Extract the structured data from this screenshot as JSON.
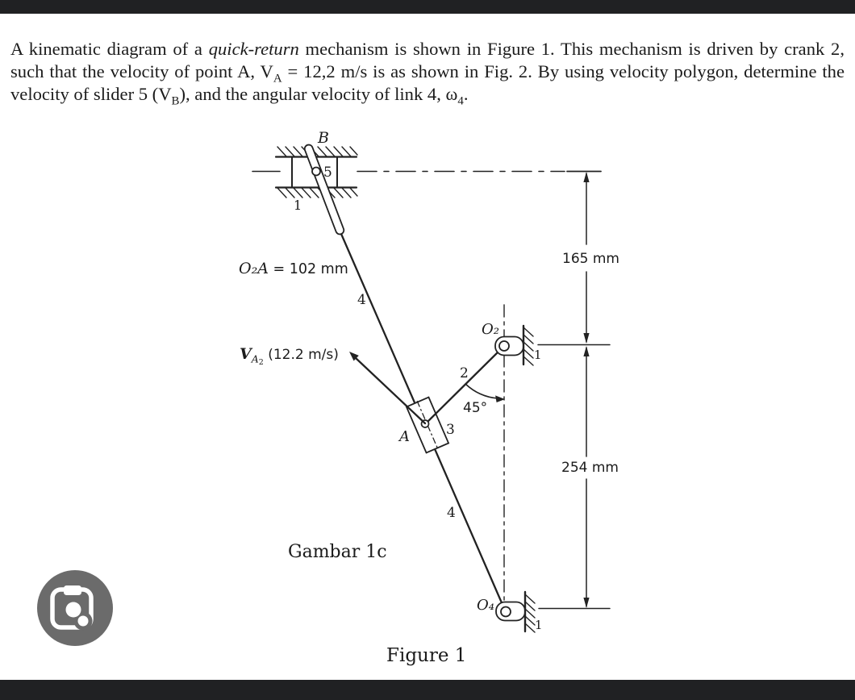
{
  "page": {
    "background": "#ffffff",
    "letterbox_color": "#202123",
    "ink_color": "#222222",
    "lens_button_color": "#6b6b6b"
  },
  "intro": {
    "runs": [
      {
        "t": "A kinematic diagram of a "
      },
      {
        "t": "quick-return"
      },
      {
        "t": " mechanism is shown in Figure 1. This mechanism is driven by crank 2, such that the velocity of point A, V"
      },
      {
        "t": "A"
      },
      {
        "t": " = 12,2 m/s is as shown in Fig. 2. By using velocity polygon, determine the velocity of slider 5 (V"
      },
      {
        "t": "B"
      },
      {
        "t": "), and the angular velocity of link 4, ω"
      },
      {
        "t": "4"
      },
      {
        "t": "."
      }
    ]
  },
  "figure": {
    "point_b": "B",
    "slider_number": "5",
    "ground_top": "1",
    "crank_dim_name": "O₂A",
    "crank_dim_value": " = 102 mm",
    "link4_upper": "4",
    "velocity": {
      "v": "V",
      "sub_a": "A",
      "sub_2": "2",
      "value": " (12.2 m/s)"
    },
    "crank_number": "2",
    "o2": "O₂",
    "ground_o2": "1",
    "dim_165": "165 mm",
    "angle_45": "45°",
    "point_a": "A",
    "block_number": "3",
    "dim_254": "254 mm",
    "link4_lower": "4",
    "subcaption": "Gambar 1c",
    "o4": "O₄",
    "ground_o4": "1",
    "caption": "Figure 1"
  },
  "lens": {
    "icon": "google-lens-camera-icon"
  }
}
